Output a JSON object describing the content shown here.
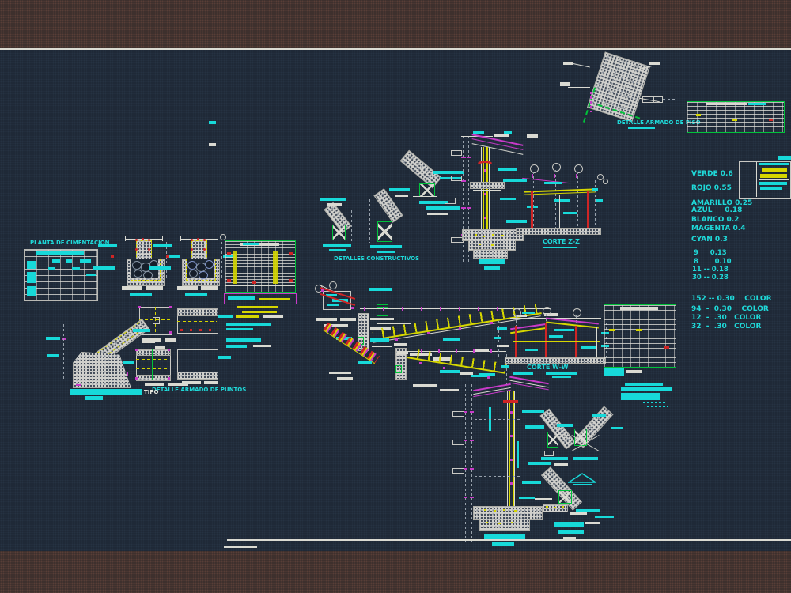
{
  "legend": {
    "pens": [
      "VERDE 0.6",
      "ROJO 0.55",
      "AMARILLO 0.25",
      "AZUL     0.18",
      "BLANCO 0.2",
      "MAGENTA 0.4",
      "CYAN 0.3"
    ],
    "weights": [
      "9     0.13",
      "8       0.10",
      "11 -- 0.18",
      "30 -- 0.28"
    ],
    "colors": [
      "152 -- 0.30    COLOR",
      "94  -  0.30    COLOR",
      "12  -  .30   COLOR",
      "32  -  .30   COLOR"
    ]
  },
  "captions": {
    "piso": "DETALLE ARMADO DE PISO",
    "planta": "PLANTA DE CIMENTACION",
    "constructivos": "DETALLES CONSTRUCTIVOS",
    "corte_zz": "CORTE Z-Z",
    "corte_ww": "CORTE W-W",
    "puntos": "DETALLE ARMADO DE PUNTOS",
    "tipo": "TIPO"
  }
}
